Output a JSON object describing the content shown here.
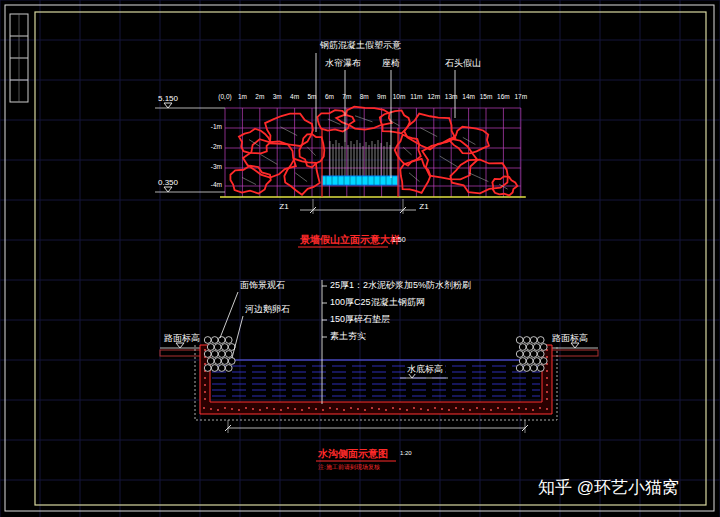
{
  "diagram": {
    "labels": [
      "钢筋混凝土假塑示意",
      "水帘瀑布",
      "座椅",
      "石头假山",
      "5.150",
      "0.350",
      "(0,0)",
      "1m",
      "2m",
      "3m",
      "4m",
      "5m",
      "6m",
      "7m",
      "8m",
      "9m",
      "10m",
      "11m",
      "12m",
      "13m",
      "14m",
      "15m",
      "16m",
      "17m",
      "-1m",
      "-2m",
      "-3m",
      "-4m",
      "Z1",
      "Z1",
      "景墙假山立面示意大样",
      "1:50",
      "面饰景观石",
      "河边鹅卵石",
      "25厚1：2水泥砂浆加5%防水剂粉刷",
      "100厚C25混凝土钢筋网",
      "150厚碎石垫层",
      "素土夯实",
      "路面标高",
      "路面标高",
      "水底标高",
      "水沟侧面示意图",
      "1:20",
      "注:施工前请到现场复核",
      "知乎 @环艺小猫窝"
    ]
  }
}
